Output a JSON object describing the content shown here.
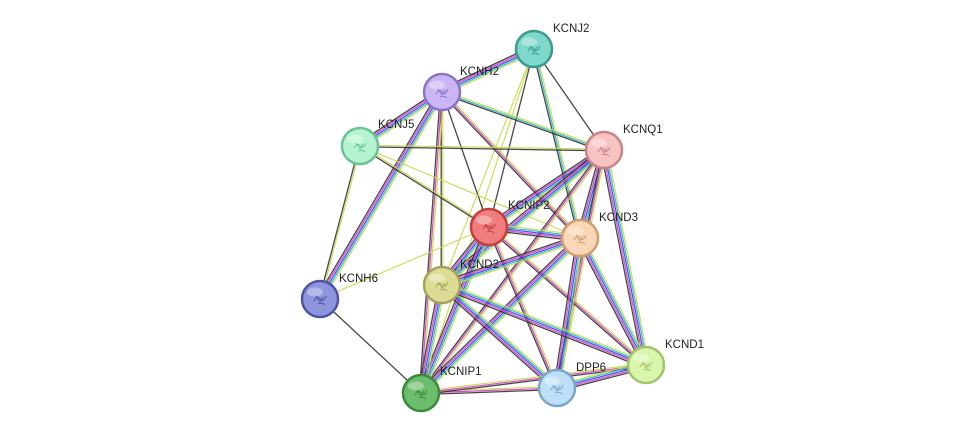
{
  "network": {
    "edge_palette": {
      "black": "#333333",
      "yellow": "#c8d94a",
      "blue": "#3a3ae0",
      "cyan": "#22b5c8",
      "magenta": "#d23cc8",
      "green": "#4cc04c",
      "purple": "#7a4fd0"
    },
    "nodes": [
      {
        "id": "KCNJ2",
        "label": "KCNJ2",
        "fill": "#7fd8cc",
        "stroke": "#3a9a8c"
      },
      {
        "id": "KCNH2",
        "label": "KCNH2",
        "fill": "#c9b6f2",
        "stroke": "#8a73c8"
      },
      {
        "id": "KCNQ1",
        "label": "KCNQ1",
        "fill": "#f7c3c3",
        "stroke": "#c98585"
      },
      {
        "id": "KCNJ5",
        "label": "KCNJ5",
        "fill": "#b6f4cf",
        "stroke": "#6ac29a"
      },
      {
        "id": "KCNIP2",
        "label": "KCNIP2",
        "fill": "#f07e7e",
        "stroke": "#c43c3c"
      },
      {
        "id": "KCND3",
        "label": "KCND3",
        "fill": "#fad7b6",
        "stroke": "#cf9d6e"
      },
      {
        "id": "KCND2",
        "label": "KCND2",
        "fill": "#dcdc96",
        "stroke": "#a3a35a"
      },
      {
        "id": "KCNH6",
        "label": "KCNH6",
        "fill": "#8f95dc",
        "stroke": "#4d54a8"
      },
      {
        "id": "KCND1",
        "label": "KCND1",
        "fill": "#d9f6ad",
        "stroke": "#a1c46c"
      },
      {
        "id": "DPP6",
        "label": "DPP6",
        "fill": "#bde0f8",
        "stroke": "#7aa6c8"
      },
      {
        "id": "KCNIP1",
        "label": "KCNIP1",
        "fill": "#6cbd6c",
        "stroke": "#3a8a3a"
      }
    ],
    "edges": [
      {
        "source": "KCNJ2",
        "target": "KCNH2",
        "types": [
          "yellow",
          "cyan",
          "blue",
          "magenta",
          "black"
        ]
      },
      {
        "source": "KCNJ2",
        "target": "KCNQ1",
        "types": [
          "black"
        ]
      },
      {
        "source": "KCNJ2",
        "target": "KCNIP2",
        "types": [
          "black"
        ]
      },
      {
        "source": "KCNJ2",
        "target": "KCND2",
        "types": [
          "yellow"
        ]
      },
      {
        "source": "KCNJ2",
        "target": "KCND3",
        "types": [
          "yellow",
          "cyan",
          "black"
        ]
      },
      {
        "source": "KCNJ2",
        "target": "KCNIP1",
        "types": [
          "yellow"
        ]
      },
      {
        "source": "KCNH2",
        "target": "KCNJ5",
        "types": [
          "yellow",
          "cyan",
          "blue",
          "magenta",
          "black"
        ]
      },
      {
        "source": "KCNH2",
        "target": "KCNQ1",
        "types": [
          "yellow",
          "cyan",
          "black"
        ]
      },
      {
        "source": "KCNH2",
        "target": "KCNIP2",
        "types": [
          "black"
        ]
      },
      {
        "source": "KCNH2",
        "target": "KCND3",
        "types": [
          "yellow",
          "magenta",
          "black"
        ]
      },
      {
        "source": "KCNH2",
        "target": "KCND2",
        "types": [
          "yellow",
          "black"
        ]
      },
      {
        "source": "KCNH2",
        "target": "KCNH6",
        "types": [
          "yellow",
          "cyan",
          "blue",
          "magenta",
          "black"
        ]
      },
      {
        "source": "KCNH2",
        "target": "KCNIP1",
        "types": [
          "yellow",
          "magenta",
          "black"
        ]
      },
      {
        "source": "KCNJ5",
        "target": "KCNQ1",
        "types": [
          "yellow",
          "black"
        ]
      },
      {
        "source": "KCNJ5",
        "target": "KCNIP2",
        "types": [
          "yellow",
          "black"
        ]
      },
      {
        "source": "KCNJ5",
        "target": "KCND3",
        "types": [
          "yellow"
        ]
      },
      {
        "source": "KCNJ5",
        "target": "KCNH6",
        "types": [
          "yellow",
          "black"
        ]
      },
      {
        "source": "KCNQ1",
        "target": "KCNIP2",
        "types": [
          "yellow",
          "cyan",
          "blue",
          "magenta",
          "black"
        ]
      },
      {
        "source": "KCNQ1",
        "target": "KCND3",
        "types": [
          "yellow",
          "cyan",
          "blue",
          "magenta",
          "black"
        ]
      },
      {
        "source": "KCNQ1",
        "target": "KCND2",
        "types": [
          "yellow",
          "cyan",
          "blue",
          "magenta",
          "black"
        ]
      },
      {
        "source": "KCNQ1",
        "target": "KCND1",
        "types": [
          "yellow",
          "cyan",
          "blue",
          "magenta",
          "black"
        ]
      },
      {
        "source": "KCNQ1",
        "target": "DPP6",
        "types": [
          "yellow",
          "magenta",
          "black"
        ]
      },
      {
        "source": "KCNQ1",
        "target": "KCNIP1",
        "types": [
          "yellow",
          "magenta",
          "black"
        ]
      },
      {
        "source": "KCNIP2",
        "target": "KCND3",
        "types": [
          "yellow",
          "cyan",
          "blue",
          "magenta",
          "black"
        ]
      },
      {
        "source": "KCNIP2",
        "target": "KCND2",
        "types": [
          "yellow",
          "cyan",
          "blue",
          "magenta",
          "black"
        ]
      },
      {
        "source": "KCNIP2",
        "target": "KCNIP1",
        "types": [
          "yellow",
          "cyan",
          "blue",
          "magenta",
          "black"
        ]
      },
      {
        "source": "KCNIP2",
        "target": "DPP6",
        "types": [
          "yellow",
          "magenta",
          "black"
        ]
      },
      {
        "source": "KCNIP2",
        "target": "KCND1",
        "types": [
          "yellow",
          "magenta",
          "black"
        ]
      },
      {
        "source": "KCNIP2",
        "target": "KCNH6",
        "types": [
          "yellow"
        ]
      },
      {
        "source": "KCND3",
        "target": "KCND2",
        "types": [
          "yellow",
          "cyan",
          "blue",
          "magenta",
          "black"
        ]
      },
      {
        "source": "KCND3",
        "target": "KCNIP1",
        "types": [
          "yellow",
          "cyan",
          "blue",
          "magenta",
          "black"
        ]
      },
      {
        "source": "KCND3",
        "target": "DPP6",
        "types": [
          "yellow",
          "cyan",
          "blue",
          "magenta",
          "black"
        ]
      },
      {
        "source": "KCND3",
        "target": "KCND1",
        "types": [
          "yellow",
          "cyan",
          "blue",
          "magenta",
          "black"
        ]
      },
      {
        "source": "KCND2",
        "target": "KCNIP1",
        "types": [
          "yellow",
          "cyan",
          "blue",
          "magenta",
          "black"
        ]
      },
      {
        "source": "KCND2",
        "target": "DPP6",
        "types": [
          "yellow",
          "cyan",
          "blue",
          "magenta",
          "black"
        ]
      },
      {
        "source": "KCND2",
        "target": "KCND1",
        "types": [
          "yellow",
          "cyan",
          "blue",
          "magenta",
          "black"
        ]
      },
      {
        "source": "KCNH6",
        "target": "KCNIP1",
        "types": [
          "black"
        ]
      },
      {
        "source": "KCNIP1",
        "target": "DPP6",
        "types": [
          "yellow",
          "magenta",
          "black"
        ]
      },
      {
        "source": "KCNIP1",
        "target": "KCND1",
        "types": [
          "yellow",
          "magenta",
          "black"
        ]
      },
      {
        "source": "DPP6",
        "target": "KCND1",
        "types": [
          "yellow",
          "cyan",
          "blue",
          "magenta",
          "black"
        ]
      }
    ]
  }
}
